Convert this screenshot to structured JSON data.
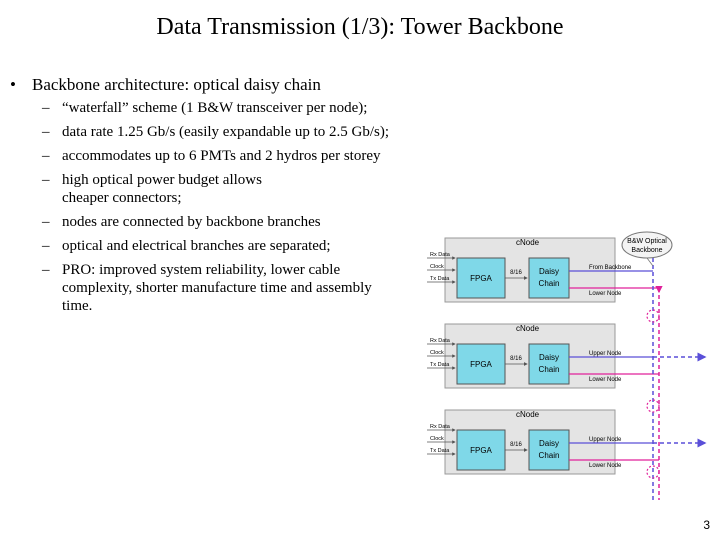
{
  "slide": {
    "title": "Data Transmission (1/3): Tower Backbone",
    "page_number": "3",
    "bullet_marker": "•",
    "dash_marker": "–",
    "main_bullet": "Backbone architecture: optical daisy chain",
    "sub_bullets": [
      {
        "lines": [
          "“waterfall” scheme (1 B&W transceiver per node);"
        ]
      },
      {
        "lines": [
          "data rate 1.25 Gb/s (easily expandable up to 2.5 Gb/s);"
        ]
      },
      {
        "lines": [
          "accommodates up to 6 PMTs and 2 hydros per storey"
        ]
      },
      {
        "lines": [
          "high optical power budget allows",
          "cheaper connectors;"
        ]
      },
      {
        "lines": [
          "nodes are connected by backbone branches"
        ]
      },
      {
        "lines": [
          "optical and electrical branches are separated;"
        ]
      },
      {
        "lines": [
          "PRO: improved system reliability, lower cable",
          "complexity, shorter manufacture time and assembly",
          "time."
        ]
      }
    ]
  },
  "diagram": {
    "callout_lines": [
      "B&W Optical",
      "Backbone"
    ],
    "colors": {
      "backbone_blue": "#5a4fd8",
      "lower_node_magenta": "#e0209a",
      "fpga_fill": "#7fd8e8",
      "node_fill": "#e4e4e4"
    },
    "nodes": [
      {
        "label": "cNode",
        "fpga": "FPGA",
        "daisy": [
          "Daisy",
          "Chain"
        ],
        "link": "8/16",
        "inputs": [
          "Rx Data",
          "Clock",
          "Tx Data"
        ],
        "top_output": "From Backbone",
        "bottom_output": "Lower Node"
      },
      {
        "label": "cNode",
        "fpga": "FPGA",
        "daisy": [
          "Daisy",
          "Chain"
        ],
        "link": "8/16",
        "inputs": [
          "Rx Data",
          "Clock",
          "Tx Data"
        ],
        "top_output": "Upper Node",
        "bottom_output": "Lower Node"
      },
      {
        "label": "cNode",
        "fpga": "FPGA",
        "daisy": [
          "Daisy",
          "Chain"
        ],
        "link": "8/16",
        "inputs": [
          "Rx Data",
          "Clock",
          "Tx Data"
        ],
        "top_output": "Upper Node",
        "bottom_output": "Lower Node"
      }
    ]
  }
}
